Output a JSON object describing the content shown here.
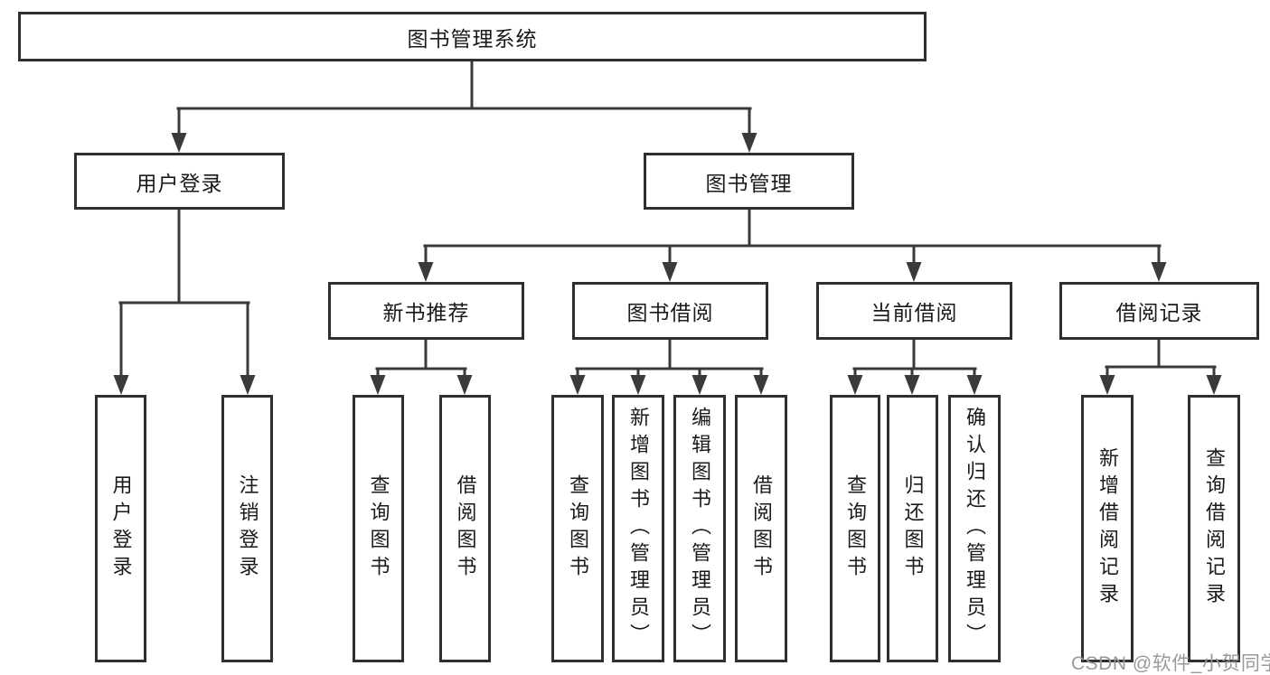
{
  "title": "图书管理系统",
  "colors": {
    "line": "#3a3a3a",
    "border": "#2f2f2f",
    "text": "#1a1a1a",
    "watermark": "#98989f"
  },
  "tree": {
    "root": {
      "label": "图书管理系统"
    },
    "level2": [
      {
        "label": "用户登录"
      },
      {
        "label": "图书管理"
      }
    ],
    "level3": [
      {
        "label": "新书推荐"
      },
      {
        "label": "图书借阅"
      },
      {
        "label": "当前借阅"
      },
      {
        "label": "借阅记录"
      }
    ],
    "leaves": [
      {
        "label": "用户登录",
        "parent": "用户登录"
      },
      {
        "label": "注销登录",
        "parent": "用户登录"
      },
      {
        "label": "查询图书",
        "parent": "新书推荐"
      },
      {
        "label": "借阅图书",
        "parent": "新书推荐"
      },
      {
        "label": "查询图书",
        "parent": "图书借阅"
      },
      {
        "label": "新增图书（管理员）",
        "parent": "图书借阅"
      },
      {
        "label": "编辑图书（管理员）",
        "parent": "图书借阅"
      },
      {
        "label": "借阅图书",
        "parent": "图书借阅"
      },
      {
        "label": "查询图书",
        "parent": "当前借阅"
      },
      {
        "label": "归还图书",
        "parent": "当前借阅"
      },
      {
        "label": "确认归还（管理员）",
        "parent": "当前借阅"
      },
      {
        "label": "新增借阅记录",
        "parent": "借阅记录"
      },
      {
        "label": "查询借阅记录",
        "parent": "借阅记录"
      }
    ]
  },
  "watermark": {
    "text": "CSDN @软件_小贺同学"
  }
}
